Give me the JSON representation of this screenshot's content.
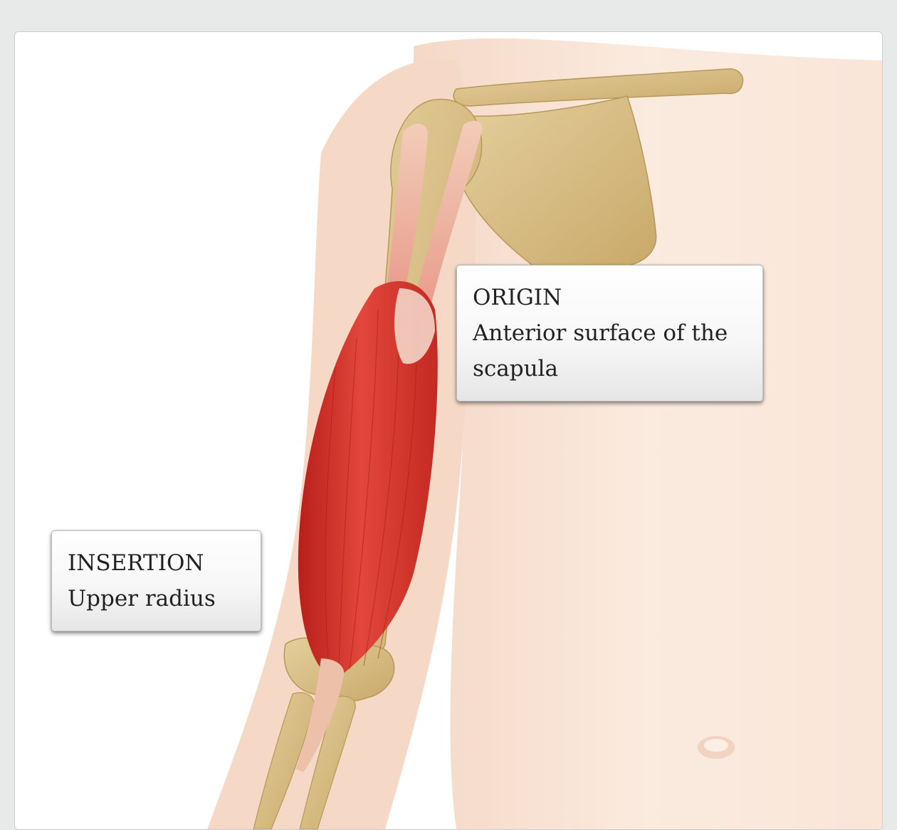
{
  "callouts": {
    "origin": {
      "heading": "ORIGIN",
      "line1": "Anterior surface of the",
      "line2": "scapula"
    },
    "insertion": {
      "heading": "INSERTION",
      "line1": "Upper radius"
    }
  },
  "colors": {
    "page_background": "#e8eae9",
    "skin": "#f6ddcb",
    "bone": "#d9c08a",
    "muscle": "#d9322a",
    "tendon": "#f0c9b4"
  }
}
